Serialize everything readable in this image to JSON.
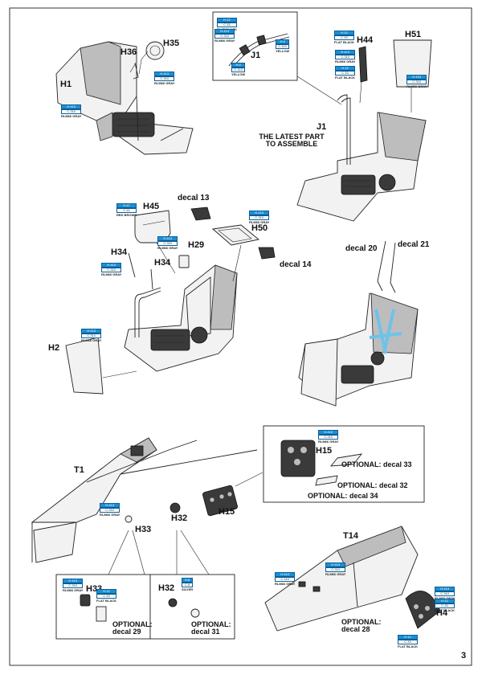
{
  "page_number": "3",
  "labels": {
    "H36": "H36",
    "H35": "H35",
    "H1": "H1",
    "J1_inset": "J1",
    "J1": "J1",
    "H44": "H44",
    "H51": "H51",
    "latest_note": "THE LATEST PART TO ASSEMBLE",
    "H45": "H45",
    "decal13": "decal 13",
    "H50": "H50",
    "decal14": "decal 14",
    "H29": "H29",
    "H34a": "H34",
    "H34b": "H34",
    "H2": "H2",
    "decal20": "decal 20",
    "decal21": "decal 21",
    "T1": "T1",
    "H32": "H32",
    "H33": "H33",
    "H15": "H15",
    "H15_inset": "H15",
    "T14": "T14",
    "H4": "H4",
    "opt33": "OPTIONAL: decal 33",
    "opt32": "OPTIONAL: decal 32",
    "opt34": "OPTIONAL: decal 34",
    "H33_inset": "H33",
    "opt29": "OPTIONAL: decal 29",
    "H32_inset": "H32",
    "opt31": "OPTIONAL: decal 31",
    "opt28": "OPTIONAL: decal 28"
  },
  "color_codes": [
    {
      "id": "cc1",
      "lines": [
        "H.413",
        "C.310"
      ],
      "tag": "RLM66 GRAY"
    },
    {
      "id": "cc2",
      "lines": [
        "H.413",
        "C.310"
      ],
      "tag": "RLM66 GRAY"
    },
    {
      "id": "cc3",
      "lines": [
        "H.12",
        "C.33"
      ],
      "tag": "FLAT BLACK"
    },
    {
      "id": "cc4",
      "lines": [
        "H.413",
        "C.310"
      ],
      "tag": "RLM66 GRAY"
    },
    {
      "id": "cc5",
      "lines": [
        "H.4",
        "C.113"
      ],
      "tag": "YELLOW"
    },
    {
      "id": "cc6",
      "lines": [
        "H.4",
        "C.113"
      ],
      "tag": "YELLOW"
    },
    {
      "id": "cc7",
      "lines": [
        "H.12",
        "C.33"
      ],
      "tag": "FLAT BLACK"
    },
    {
      "id": "cc8",
      "lines": [
        "H.413",
        "C.310"
      ],
      "tag": "RLM66 GRAY"
    },
    {
      "id": "cc9",
      "lines": [
        "H.12",
        "C.33"
      ],
      "tag": "FLAT BLACK"
    },
    {
      "id": "cc10",
      "lines": [
        "H.413",
        "C.310"
      ],
      "tag": "RLM66 GRAY"
    },
    {
      "id": "cc11",
      "lines": [
        "H.47",
        "C.41"
      ],
      "tag": "RED BROWN"
    },
    {
      "id": "cc12",
      "lines": [
        "H.413",
        "C.310"
      ],
      "tag": "RLM66 GRAY"
    },
    {
      "id": "cc13",
      "lines": [
        "H.413",
        "C.310"
      ],
      "tag": "RLM66 GRAY"
    },
    {
      "id": "cc14",
      "lines": [
        "H.413",
        "C.310"
      ],
      "tag": "RLM66 GRAY"
    },
    {
      "id": "cc15",
      "lines": [
        "H.413",
        "C.310"
      ],
      "tag": "RLM66 GRAY"
    },
    {
      "id": "cc16",
      "lines": [
        "H.413",
        "C.310"
      ],
      "tag": "RLM66 GRAY"
    },
    {
      "id": "cc17",
      "lines": [
        "H.413",
        "C.310"
      ],
      "tag": "RLM66 GRAY"
    },
    {
      "id": "cc18",
      "lines": [
        "H.413",
        "C.310"
      ],
      "tag": "RLM66 GRAY"
    },
    {
      "id": "cc19",
      "lines": [
        "H.413",
        "C.310"
      ],
      "tag": "RLM66 GRAY"
    },
    {
      "id": "cc20",
      "lines": [
        "H.12",
        "C.33"
      ],
      "tag": "FLAT BLACK"
    },
    {
      "id": "cc21",
      "lines": [
        "H.8",
        "C.8"
      ],
      "tag": "SILVER"
    },
    {
      "id": "cc22",
      "lines": [
        "H.413",
        "C.310"
      ],
      "tag": "RLM66 GRAY"
    },
    {
      "id": "cc23",
      "lines": [
        "H.413",
        "C.310"
      ],
      "tag": "RLM66 GRAY"
    },
    {
      "id": "cc24",
      "lines": [
        "H.12",
        "C.33"
      ],
      "tag": "FLAT BLACK"
    },
    {
      "id": "cc25",
      "lines": [
        "H.12",
        "C.33"
      ],
      "tag": "FLAT BLACK"
    }
  ],
  "colors": {
    "line": "#222222",
    "part_fill": "#f2f2f2",
    "part_shade": "#bdbdbd",
    "dark": "#3a3a3a",
    "code_blue": "#1a8fd6",
    "belt_blue": "#6cc3ea",
    "panel_dark": "#2e2e2e"
  }
}
